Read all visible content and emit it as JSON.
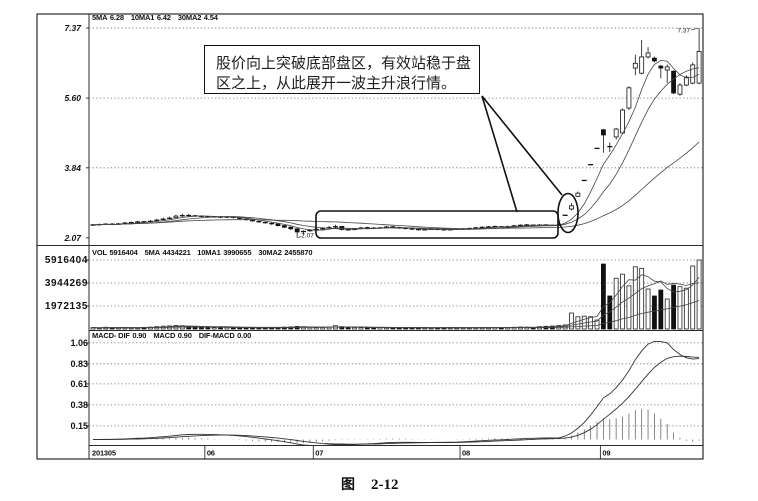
{
  "annotation": {
    "lines": [
      "股价向上突破底部盘区，有效站稳于盘",
      "区之上，从此展开一波主升浪行情。"
    ]
  },
  "caption": {
    "label": "图",
    "number": "2-12"
  },
  "chart_data": {
    "type": "candlestick",
    "title": "",
    "x_ticks": [
      {
        "label": "201305",
        "index": 0
      },
      {
        "label": "06",
        "index": 18
      },
      {
        "label": "07",
        "index": 35
      },
      {
        "label": "08",
        "index": 58
      },
      {
        "label": "09",
        "index": 80
      }
    ],
    "panels": {
      "price": {
        "type": "candlestick",
        "legend": [
          {
            "name": "5MA",
            "value": "6.28"
          },
          {
            "name": "10MA1",
            "value": "6.42"
          },
          {
            "name": "30MA2",
            "value": "4.54"
          }
        ],
        "ma_periods": [
          5,
          10,
          30
        ],
        "ylim": [
          1.89,
          7.7
        ],
        "grid": true,
        "y_ticks": [
          {
            "label": "7.37",
            "value": 7.37
          },
          {
            "label": "5.60",
            "value": 5.6
          },
          {
            "label": "3.84",
            "value": 3.84
          },
          {
            "label": "2.07",
            "value": 2.07
          }
        ],
        "high_marker": {
          "label": "7.37",
          "index": 95
        },
        "low_marker": {
          "label": "2.07",
          "index": 32
        },
        "open": [
          2.39,
          2.4,
          2.41,
          2.42,
          2.41,
          2.43,
          2.45,
          2.46,
          2.48,
          2.47,
          2.5,
          2.53,
          2.55,
          2.58,
          2.62,
          2.64,
          2.63,
          2.62,
          2.61,
          2.6,
          2.6,
          2.59,
          2.6,
          2.58,
          2.55,
          2.52,
          2.49,
          2.47,
          2.44,
          2.42,
          2.38,
          2.34,
          2.3,
          2.22,
          2.24,
          2.27,
          2.29,
          2.31,
          2.34,
          2.36,
          2.28,
          2.27,
          2.3,
          2.33,
          2.32,
          2.31,
          2.33,
          2.35,
          2.34,
          2.32,
          2.3,
          2.29,
          2.27,
          2.28,
          2.29,
          2.28,
          2.27,
          2.28,
          2.29,
          2.3,
          2.31,
          2.33,
          2.34,
          2.35,
          2.36,
          2.34,
          2.36,
          2.38,
          2.39,
          2.4,
          2.38,
          2.4,
          2.39,
          2.38,
          2.64,
          2.8,
          3.12,
          3.52,
          3.92,
          4.33,
          4.8,
          4.38,
          4.62,
          4.72,
          5.35,
          6.36,
          6.23,
          6.64,
          6.61,
          6.41,
          6.31,
          6.28,
          5.7,
          5.93,
          5.98,
          5.98
        ],
        "close": [
          2.4,
          2.41,
          2.42,
          2.41,
          2.43,
          2.45,
          2.46,
          2.48,
          2.47,
          2.5,
          2.53,
          2.55,
          2.58,
          2.62,
          2.64,
          2.63,
          2.62,
          2.61,
          2.6,
          2.6,
          2.59,
          2.6,
          2.58,
          2.55,
          2.52,
          2.49,
          2.47,
          2.44,
          2.42,
          2.38,
          2.34,
          2.3,
          2.22,
          2.24,
          2.27,
          2.29,
          2.31,
          2.34,
          2.36,
          2.28,
          2.27,
          2.3,
          2.33,
          2.32,
          2.31,
          2.33,
          2.35,
          2.34,
          2.32,
          2.3,
          2.29,
          2.27,
          2.28,
          2.29,
          2.28,
          2.27,
          2.28,
          2.29,
          2.3,
          2.31,
          2.33,
          2.34,
          2.35,
          2.36,
          2.34,
          2.36,
          2.38,
          2.39,
          2.4,
          2.38,
          2.4,
          2.39,
          2.38,
          2.4,
          2.64,
          2.88,
          3.2,
          3.52,
          3.92,
          4.33,
          4.67,
          4.37,
          4.82,
          5.3,
          5.86,
          6.48,
          6.64,
          6.74,
          6.54,
          6.36,
          6.39,
          5.73,
          5.93,
          6.13,
          6.44,
          6.78
        ],
        "high": [
          2.42,
          2.43,
          2.44,
          2.44,
          2.45,
          2.47,
          2.48,
          2.5,
          2.5,
          2.52,
          2.55,
          2.58,
          2.61,
          2.66,
          2.68,
          2.67,
          2.65,
          2.64,
          2.63,
          2.62,
          2.62,
          2.62,
          2.61,
          2.59,
          2.56,
          2.53,
          2.51,
          2.48,
          2.46,
          2.43,
          2.39,
          2.35,
          2.31,
          2.26,
          2.29,
          2.31,
          2.34,
          2.37,
          2.4,
          2.37,
          2.3,
          2.32,
          2.35,
          2.35,
          2.34,
          2.35,
          2.37,
          2.37,
          2.35,
          2.33,
          2.32,
          2.3,
          2.3,
          2.31,
          2.3,
          2.29,
          2.3,
          2.31,
          2.32,
          2.33,
          2.35,
          2.36,
          2.37,
          2.38,
          2.37,
          2.38,
          2.4,
          2.41,
          2.42,
          2.41,
          2.42,
          2.41,
          2.4,
          2.42,
          2.64,
          2.95,
          3.24,
          3.52,
          3.92,
          4.33,
          4.82,
          4.48,
          4.85,
          5.34,
          5.9,
          6.7,
          7.07,
          6.89,
          6.65,
          6.44,
          6.45,
          6.3,
          5.98,
          6.18,
          6.5,
          7.37
        ],
        "low": [
          2.37,
          2.38,
          2.4,
          2.39,
          2.4,
          2.42,
          2.43,
          2.45,
          2.45,
          2.46,
          2.49,
          2.52,
          2.54,
          2.57,
          2.6,
          2.61,
          2.6,
          2.59,
          2.58,
          2.58,
          2.57,
          2.57,
          2.56,
          2.54,
          2.51,
          2.48,
          2.45,
          2.43,
          2.4,
          2.36,
          2.32,
          2.27,
          2.07,
          2.15,
          2.22,
          2.25,
          2.27,
          2.3,
          2.32,
          2.26,
          2.25,
          2.26,
          2.29,
          2.3,
          2.29,
          2.3,
          2.31,
          2.32,
          2.3,
          2.28,
          2.27,
          2.25,
          2.26,
          2.27,
          2.26,
          2.25,
          2.26,
          2.27,
          2.28,
          2.29,
          2.3,
          2.32,
          2.33,
          2.34,
          2.33,
          2.33,
          2.35,
          2.37,
          2.38,
          2.37,
          2.37,
          2.38,
          2.37,
          2.37,
          2.64,
          2.76,
          3.1,
          3.52,
          3.92,
          4.33,
          4.22,
          4.24,
          4.55,
          4.68,
          5.3,
          6.18,
          6.2,
          6.6,
          6.5,
          6.1,
          5.98,
          5.7,
          5.66,
          5.9,
          5.95,
          5.95
        ]
      },
      "volume": {
        "type": "bar",
        "legend": [
          {
            "name": "VOL",
            "value": "5916404"
          },
          {
            "name": "5MA",
            "value": "4434221"
          },
          {
            "name": "10MA1",
            "value": "3990655"
          },
          {
            "name": "30MA2",
            "value": "2455870"
          }
        ],
        "ma_periods": [
          5,
          10,
          30
        ],
        "ylim": [
          0,
          7116000
        ],
        "grid": true,
        "y_ticks": [
          {
            "label": "5916404",
            "value": 5916404
          },
          {
            "label": "3944269",
            "value": 3944269
          },
          {
            "label": "1972135",
            "value": 1972135
          }
        ],
        "values": [
          120000,
          90000,
          150000,
          80000,
          110000,
          130000,
          100000,
          90000,
          140000,
          160000,
          200000,
          240000,
          260000,
          300000,
          280000,
          220000,
          180000,
          150000,
          130000,
          120000,
          150000,
          140000,
          110000,
          120000,
          90000,
          100000,
          80000,
          90000,
          120000,
          140000,
          160000,
          180000,
          220000,
          200000,
          150000,
          120000,
          130000,
          160000,
          280000,
          200000,
          150000,
          130000,
          120000,
          110000,
          100000,
          120000,
          110000,
          90000,
          100000,
          120000,
          90000,
          110000,
          100000,
          80000,
          90000,
          120000,
          100000,
          90000,
          110000,
          100000,
          120000,
          130000,
          110000,
          120000,
          100000,
          130000,
          150000,
          170000,
          160000,
          140000,
          200000,
          230000,
          250000,
          300000,
          350000,
          1370000,
          1050000,
          1100000,
          1050000,
          770000,
          5570000,
          2830000,
          4350000,
          4700000,
          3700000,
          5330000,
          5200000,
          3430000,
          2830000,
          3340000,
          2570000,
          3770000,
          3630000,
          3500000,
          5400000,
          5916404
        ]
      },
      "macd": {
        "type": "line",
        "legend": [
          {
            "name": "MACD- DIF",
            "value": "0.90"
          },
          {
            "name": "MACD",
            "value": "0.90"
          },
          {
            "name": "DIF-MACD",
            "value": "0.00"
          }
        ],
        "params": {
          "short": 12,
          "long": 26,
          "signal": 9
        },
        "ylim": [
          -0.06,
          1.19
        ],
        "grid": true,
        "y_ticks": [
          {
            "label": "1.06",
            "value": 1.06
          },
          {
            "label": "0.83",
            "value": 0.83
          },
          {
            "label": "0.61",
            "value": 0.61
          },
          {
            "label": "0.38",
            "value": 0.38
          },
          {
            "label": "0.15",
            "value": 0.15
          }
        ]
      }
    }
  }
}
